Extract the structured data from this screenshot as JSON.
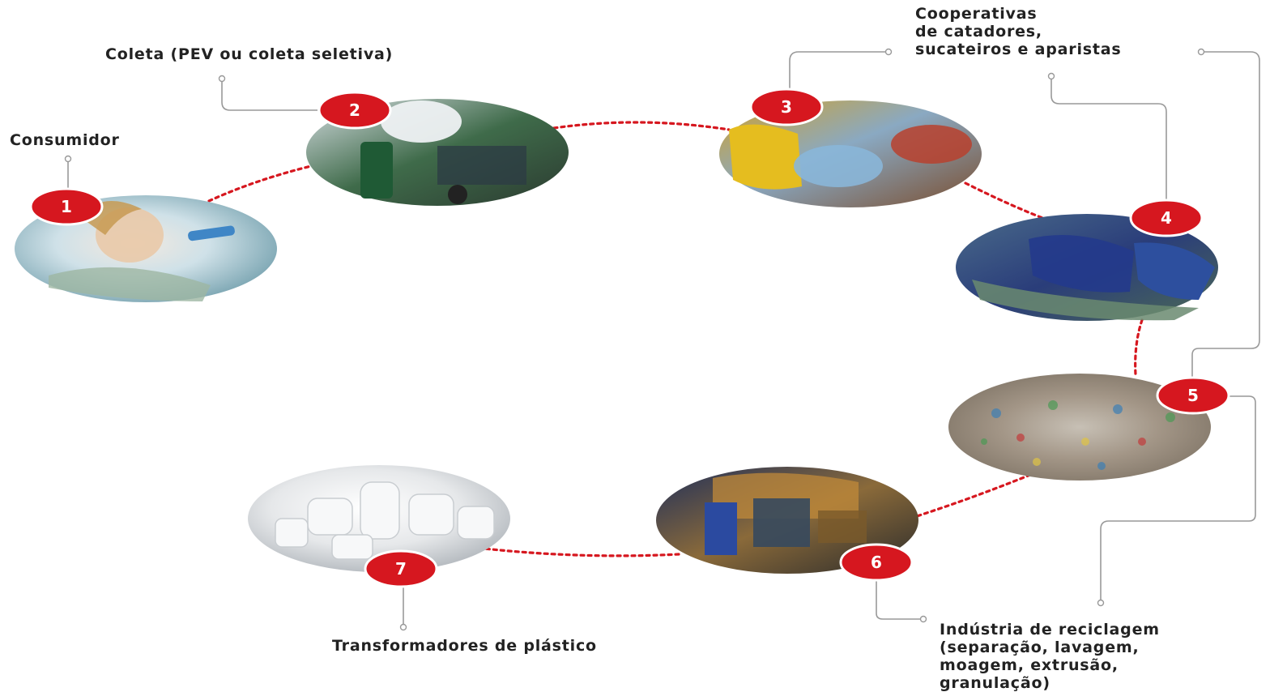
{
  "colors": {
    "accent": "#d6171f",
    "connector": "#999999",
    "text": "#222222"
  },
  "steps": [
    {
      "number": "1",
      "label": [
        "Consumidor"
      ],
      "photo": "woman-drinking-from-bottle"
    },
    {
      "number": "2",
      "label": [
        "Coleta (PEV ou coleta seletiva)"
      ],
      "photo": "collection-truck"
    },
    {
      "number": "3",
      "label": [
        "Cooperativas",
        "de catadores,",
        "sucateiros e aparistas"
      ],
      "photo": "waste-picker-cooperative"
    },
    {
      "number": "4",
      "label": [],
      "photo": "sorting-workers"
    },
    {
      "number": "5",
      "label": [],
      "photo": "pressed-plastic-bales"
    },
    {
      "number": "6",
      "label": [
        "Indústria de reciclagem",
        "(separação, lavagem,",
        "moagem, extrusão,",
        "granulação)"
      ],
      "photo": "recycling-factory"
    },
    {
      "number": "7",
      "label": [
        "Transformadores de plástico"
      ],
      "photo": "white-plastic-containers"
    }
  ]
}
